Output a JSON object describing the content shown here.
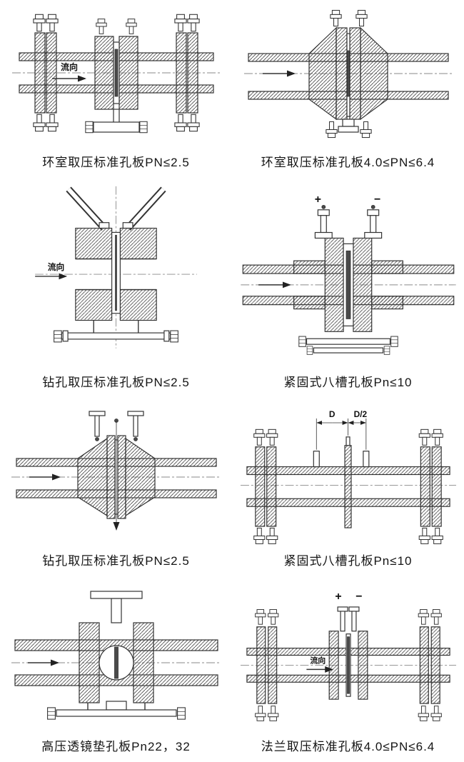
{
  "colors": {
    "background": "#ffffff",
    "line": "#333333"
  },
  "figures": [
    {
      "caption": "环室取压标准孔板PN≤2.5",
      "labels": {
        "flow": "流向"
      }
    },
    {
      "caption": "环室取压标准孔板4.0≤PN≤6.4",
      "labels": {}
    },
    {
      "caption": "钻孔取压标准孔板PN≤2.5",
      "labels": {
        "flow": "流向"
      }
    },
    {
      "caption": "紧固式八槽孔板Pn≤10",
      "labels": {
        "plus": "+",
        "minus": "−"
      }
    },
    {
      "caption": "钻孔取压标准孔板PN≤2.5",
      "labels": {}
    },
    {
      "caption": "紧固式八槽孔板Pn≤10",
      "labels": {
        "d": "D",
        "d2": "D/2"
      }
    },
    {
      "caption": "高压透镜垫孔板Pn22，32",
      "labels": {}
    },
    {
      "caption": "法兰取压标准孔板4.0≤PN≤6.4",
      "labels": {
        "flow": "流向",
        "plus": "+",
        "minus": "−"
      }
    }
  ]
}
